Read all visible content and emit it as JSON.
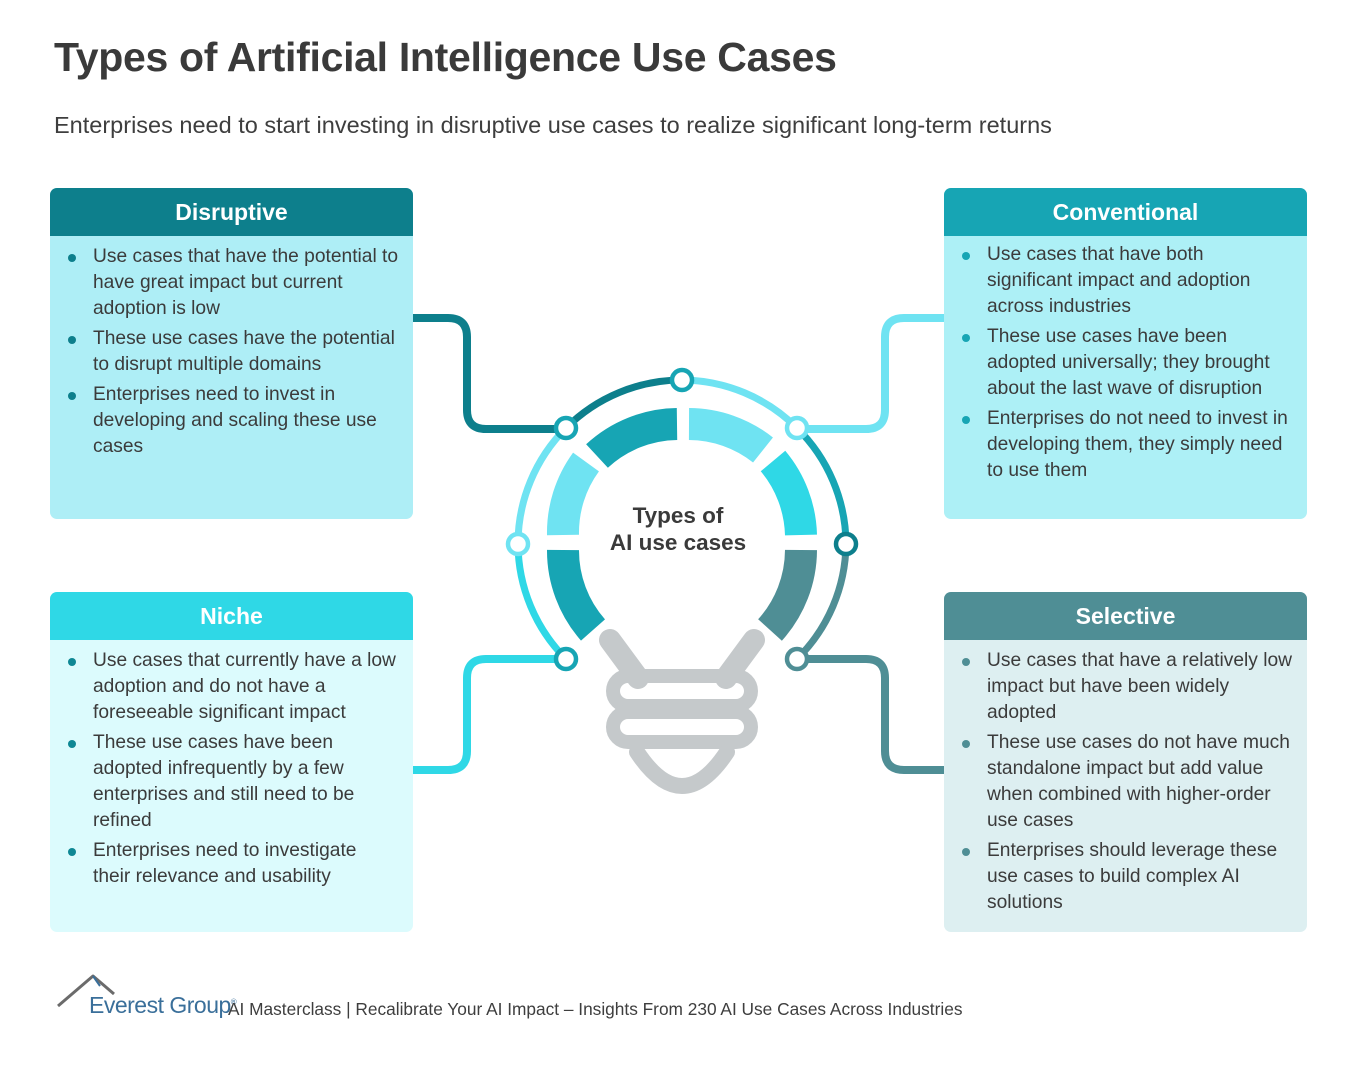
{
  "title": "Types of Artificial Intelligence Use Cases",
  "subtitle": "Enterprises need to start investing in disruptive use cases to realize significant long-term returns",
  "center_label": {
    "line1": "Types of",
    "line2": "AI use cases"
  },
  "cards": {
    "disruptive": {
      "title": "Disruptive",
      "bullets": [
        "Use cases that have the potential to have great impact but current adoption is low",
        "These use cases have the potential to disrupt multiple domains",
        "Enterprises need to invest in developing and scaling these use cases"
      ]
    },
    "conventional": {
      "title": "Conventional",
      "bullets": [
        "Use cases that have both significant impact and adoption across industries",
        "These use cases have been adopted universally; they brought about the last wave of disruption",
        "Enterprises do not need to invest in developing them, they simply need to use them"
      ]
    },
    "niche": {
      "title": "Niche",
      "bullets": [
        "Use cases that currently have a low adoption and do not have a foreseeable significant impact",
        "These use cases have been adopted infrequently by a few enterprises and still need to be refined",
        "Enterprises need to investigate their relevance and usability"
      ]
    },
    "selective": {
      "title": "Selective",
      "bullets": [
        "Use cases that have a relatively low impact but have been widely adopted",
        "These use cases do not have much standalone impact but add value when combined with higher-order use cases",
        "Enterprises should leverage these use cases to build complex AI solutions"
      ]
    }
  },
  "footer": {
    "logo_text": "Everest Group",
    "logo_mark": "®",
    "caption": "AI Masterclass | Recalibrate Your AI Impact – Insights From 230 AI Use Cases Across Industries"
  },
  "colors": {
    "disruptive": "#0d7f8c",
    "conventional": "#17a5b4",
    "niche": "#2fd8e6",
    "selective": "#4f8e95",
    "bulb_base": "#c5c9cb"
  }
}
